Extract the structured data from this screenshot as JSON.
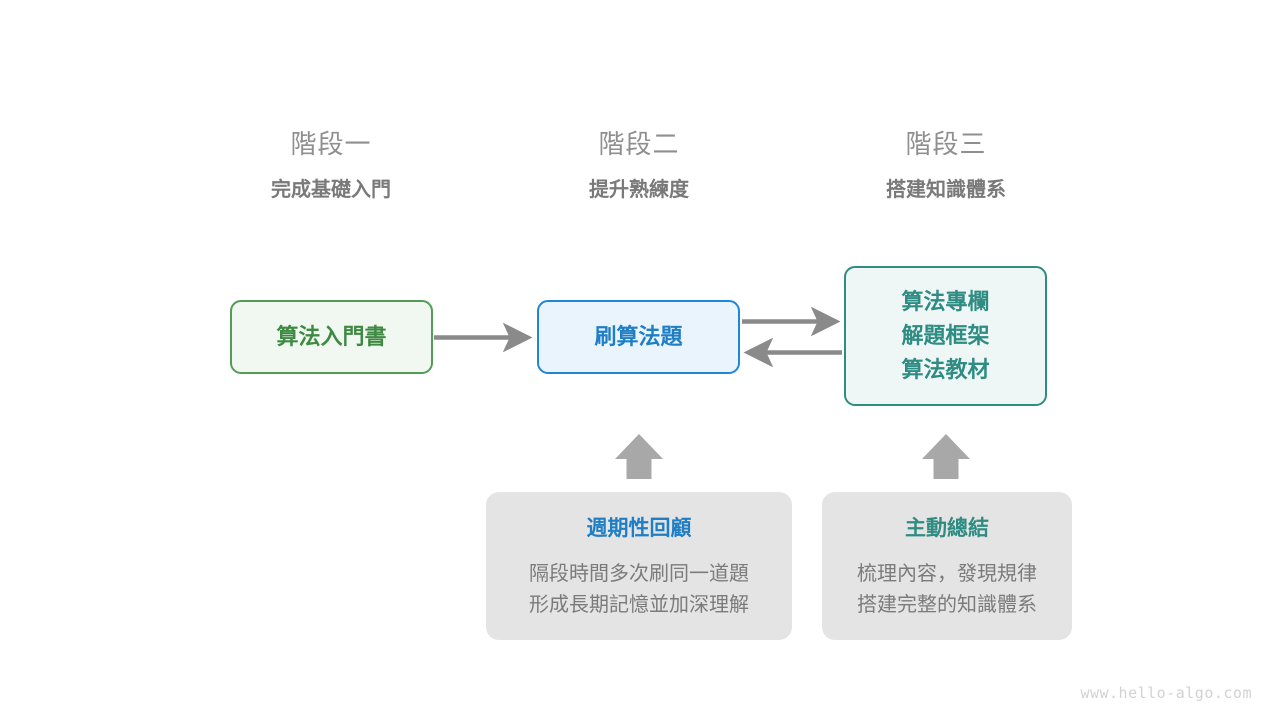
{
  "diagram": {
    "title_watermark": "www.hello-algo.com",
    "stages": [
      {
        "title": "階段一",
        "subtitle": "完成基礎入門"
      },
      {
        "title": "階段二",
        "subtitle": "提升熟練度"
      },
      {
        "title": "階段三",
        "subtitle": "搭建知識體系"
      }
    ],
    "nodes": {
      "book": {
        "lines": [
          "算法入門書"
        ],
        "accent": "#3f8a43",
        "fill": "#f1f8f1",
        "border": "#539c55"
      },
      "practice": {
        "lines": [
          "刷算法題"
        ],
        "accent": "#1f7ec4",
        "fill": "#e9f4fd",
        "border": "#1f86d8"
      },
      "resources": {
        "lines": [
          "算法專欄",
          "解題框架",
          "算法教材"
        ],
        "accent": "#2f8c83",
        "fill": "#eef7f5",
        "border": "#2f8c83"
      }
    },
    "tips": [
      {
        "title": "週期性回顧",
        "title_color": "#1f7ec4",
        "body_lines": [
          "隔段時間多次刷同一道題",
          "形成長期記憶並加深理解"
        ]
      },
      {
        "title": "主動總結",
        "title_color": "#2f8c83",
        "body_lines": [
          "梳理內容，發現規律",
          "搭建完整的知識體系"
        ]
      }
    ],
    "connectors": {
      "arrow_color": "#8a8a8a",
      "block_arrow_color": "#a8a8a8",
      "items": [
        {
          "name": "book-to-practice",
          "direction": "right"
        },
        {
          "name": "practice-to-resources",
          "direction": "right"
        },
        {
          "name": "resources-to-practice",
          "direction": "left"
        },
        {
          "name": "review-to-practice",
          "direction": "up"
        },
        {
          "name": "summary-to-resources",
          "direction": "up"
        }
      ]
    }
  }
}
